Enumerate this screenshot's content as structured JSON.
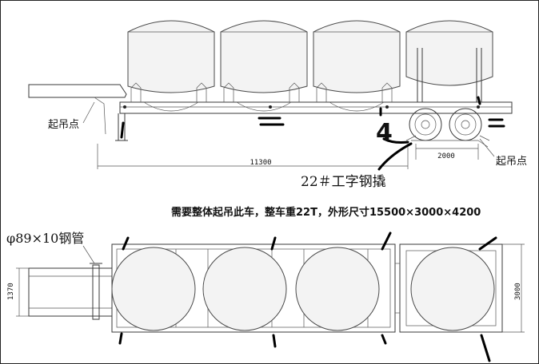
{
  "labels": {
    "lift_point_left": "起吊点",
    "lift_point_right": "起吊点",
    "dim_length": "11300",
    "dim_axle": "2000",
    "beam_note": "22＃工字钢撬",
    "requirement": "需要整体起吊此车，整车重22T，外形尺寸15500×3000×4200",
    "pipe_note": "φ89×10钢管",
    "dim_width_left": "1370",
    "dim_width_right": "3000",
    "handwritten_number": "4"
  }
}
